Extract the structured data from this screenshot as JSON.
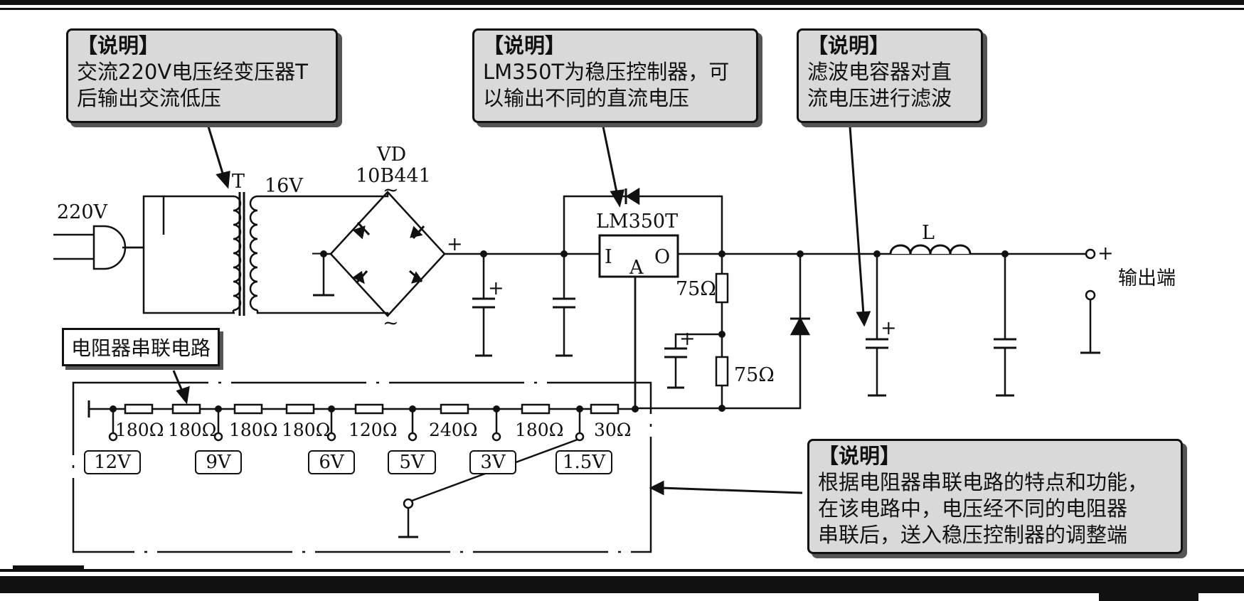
{
  "notes": {
    "transformer": {
      "head": "【说明】",
      "lines": [
        "交流220V电压经变压器T",
        "后输出交流低压"
      ]
    },
    "regulator": {
      "head": "【说明】",
      "lines": [
        "LM350T为稳压控制器，可",
        "以输出不同的直流电压"
      ]
    },
    "filter": {
      "head": "【说明】",
      "lines": [
        "滤波电容器对直",
        "流电压进行滤波"
      ]
    },
    "divider": {
      "head": "【说明】",
      "lines": [
        "根据电阻器串联电路的特点和功能，",
        "在该电路中，电压经不同的电阻器",
        "串联后，送入稳压控制器的调整端"
      ]
    }
  },
  "circuit": {
    "input_voltage": "220V",
    "transformer_ref": "T",
    "secondary_voltage": "16V",
    "bridge_ref": "VD",
    "bridge_part": "10B441",
    "tilde": "~",
    "plus": "+",
    "minus": "−",
    "regulator_part": "LM350T",
    "pin_i": "I",
    "pin_o": "O",
    "pin_a": "A",
    "r_upper": "75Ω",
    "r_lower": "75Ω",
    "inductor_ref": "L",
    "output_label": "输出端"
  },
  "divider": {
    "title": "电阻器串联电路",
    "resistors": [
      "180Ω",
      "180Ω",
      "180Ω",
      "180Ω",
      "120Ω",
      "240Ω",
      "180Ω",
      "30Ω"
    ],
    "taps": [
      "12V",
      "9V",
      "6V",
      "5V",
      "3V",
      "1.5V"
    ]
  }
}
